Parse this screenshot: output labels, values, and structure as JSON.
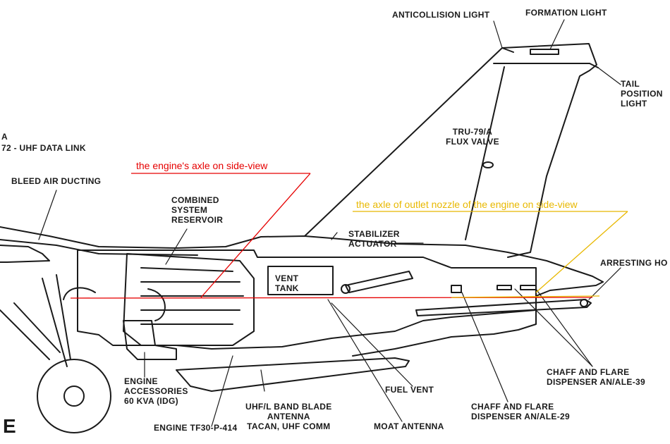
{
  "labels": {
    "anticollision_light": "ANTICOLLISION LIGHT",
    "formation_light": "FORMATION LIGHT",
    "tail_position_light": [
      "TAIL",
      "POSITION",
      "LIGHT"
    ],
    "flux_valve": [
      "TRU-79/A",
      "FLUX VALVE"
    ],
    "uhf_data_link": "72 - UHF DATA LINK",
    "partial_a": "A",
    "bleed_air_ducting": "BLEED AIR DUCTING",
    "combined_system_reservoir": [
      "COMBINED",
      "SYSTEM",
      "RESERVOIR"
    ],
    "stabilizer_actuator": [
      "STABILIZER",
      "ACTUATOR"
    ],
    "vent_tank": [
      "VENT",
      "TANK"
    ],
    "arresting_hook": "ARRESTING HO",
    "engine_accessories": [
      "ENGINE",
      "ACCESSORIES",
      "60 KVA (IDG)"
    ],
    "engine_tf30": "ENGINE TF30-P-414",
    "uhf_l_band": [
      "UHF/L BAND BLADE",
      "ANTENNA",
      "TACAN, UHF COMM"
    ],
    "fuel_vent": "FUEL VENT",
    "moat_antenna": "MOAT ANTENNA",
    "chaff_flare_39": [
      "CHAFF AND FLARE",
      "DISPENSER AN/ALE-39"
    ],
    "chaff_flare_29": [
      "CHAFF AND FLARE",
      "DISPENSER AN/ALE-29"
    ],
    "page_letter": "E"
  },
  "annotations": {
    "engine_axle": "the engine's axle on side-view",
    "nozzle_axle": "the axle of outlet nozzle of the engine on side-view"
  },
  "colors": {
    "ink": "#1a1a1a",
    "engine_axle_color": "#e60000",
    "nozzle_axle_color": "#e8b800"
  }
}
